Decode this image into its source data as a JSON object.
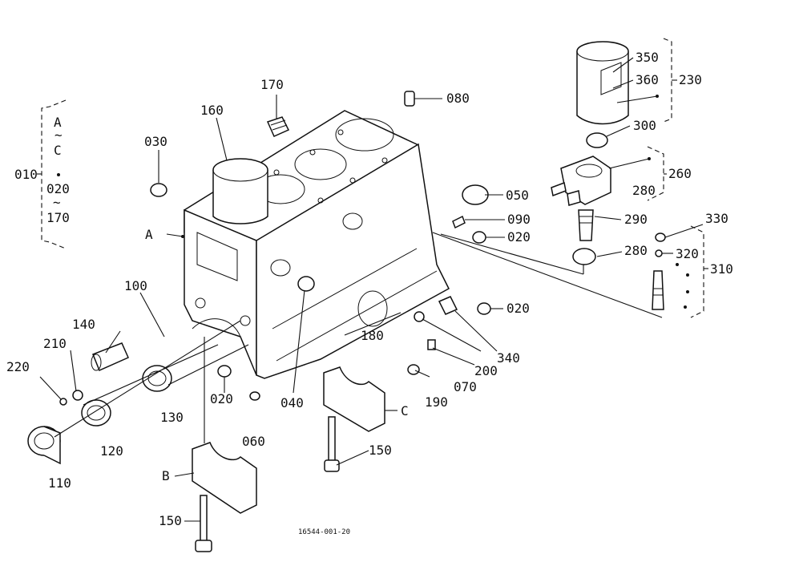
{
  "diagram": {
    "drawing_number": "16544-001-20",
    "callouts": {
      "p010": "010",
      "bracket_a": "A",
      "bracket_tilde1": "~",
      "bracket_c": "C",
      "bracket_020": "020",
      "bracket_tilde2": "~",
      "bracket_170": "170",
      "p020_a": "020",
      "p020_b": "020",
      "p020_c": "020",
      "p030": "030",
      "p040": "040",
      "p050": "050",
      "p060": "060",
      "p070": "070",
      "p080": "080",
      "p090": "090",
      "p100": "100",
      "p110": "110",
      "p120": "120",
      "p130": "130",
      "p140": "140",
      "p150_a": "150",
      "p150_b": "150",
      "p160": "160",
      "p170": "170",
      "p180": "180",
      "p190": "190",
      "p200": "200",
      "p210": "210",
      "p220": "220",
      "p230": "230",
      "p260": "260",
      "p280_a": "280",
      "p280_b": "280",
      "p290": "290",
      "p300": "300",
      "p310": "310",
      "p320": "320",
      "p330": "330",
      "p340": "340",
      "p350": "350",
      "p360": "360",
      "ref_a": "A",
      "ref_b": "B",
      "ref_c": "C"
    }
  }
}
